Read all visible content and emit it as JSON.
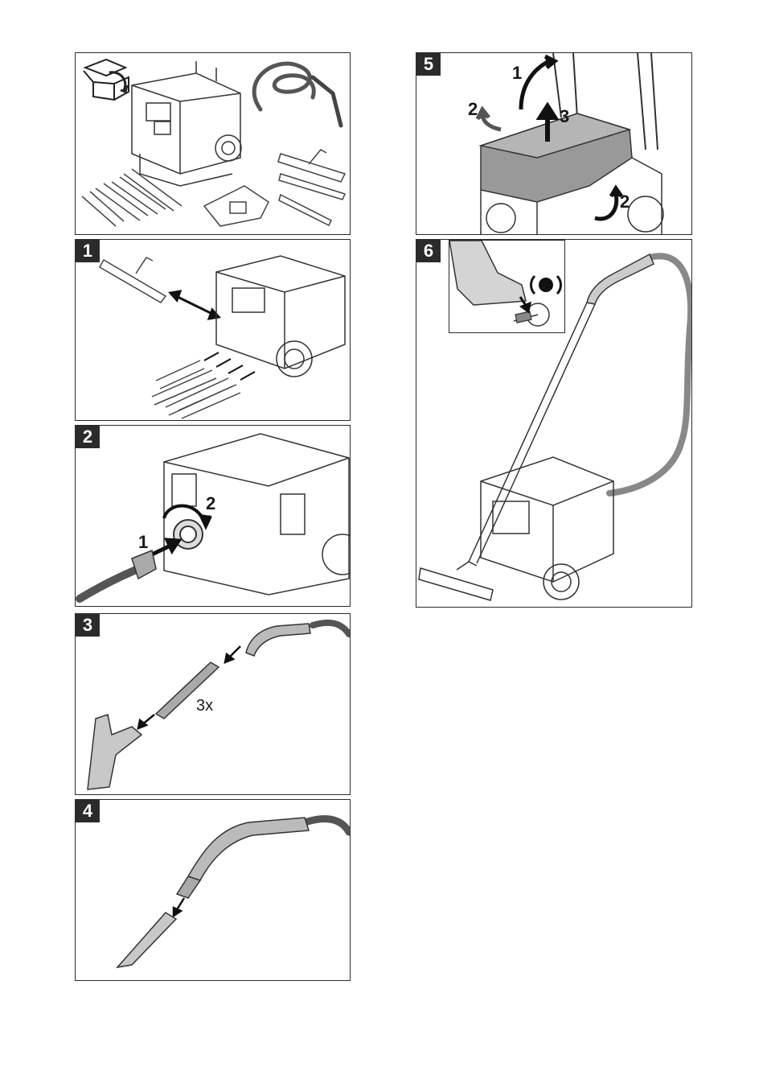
{
  "colors": {
    "ink": "#1a1a1a",
    "line": "#3a3a3a",
    "shade": "#bdbdbd",
    "dark_shade": "#8f8f8f",
    "badge_bg": "#2b2b2b",
    "badge_fg": "#ffffff"
  },
  "panels": {
    "p0": {
      "badge": "",
      "icon": "box-unpacking-icon"
    },
    "p1": {
      "badge": "1"
    },
    "p2": {
      "badge": "2",
      "callouts": {
        "c1": "1",
        "c2": "2"
      }
    },
    "p3": {
      "badge": "3",
      "callouts": {
        "count": "3x"
      }
    },
    "p4": {
      "badge": "4"
    },
    "p5": {
      "badge": "5",
      "callouts": {
        "c1": "1",
        "c2a": "2",
        "c3": "3",
        "c2b": "2"
      }
    },
    "p6": {
      "badge": "6",
      "icon": "brake-pedal-icon"
    }
  }
}
